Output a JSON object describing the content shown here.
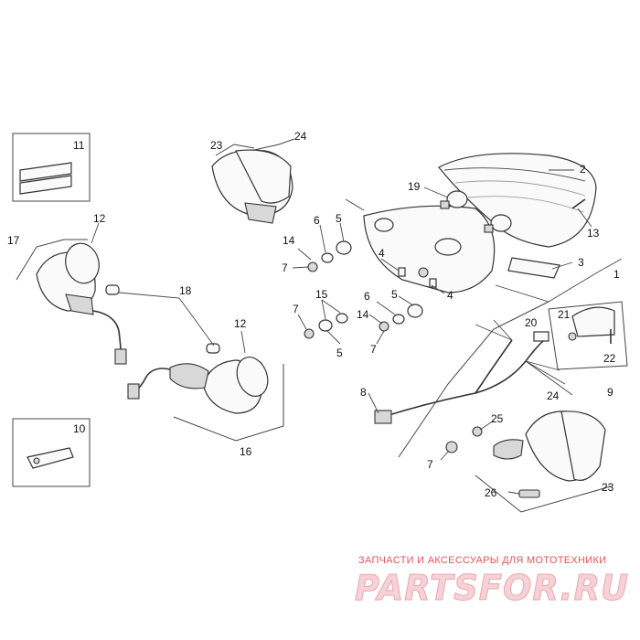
{
  "diagram": {
    "callouts": [
      {
        "id": "c2",
        "text": "2"
      },
      {
        "id": "c19",
        "text": "19"
      },
      {
        "id": "c13",
        "text": "13"
      },
      {
        "id": "c3",
        "text": "3"
      },
      {
        "id": "c1",
        "text": "1"
      },
      {
        "id": "c4a",
        "text": "4"
      },
      {
        "id": "c4b",
        "text": "4"
      },
      {
        "id": "c11",
        "text": "11"
      },
      {
        "id": "c23a",
        "text": "23"
      },
      {
        "id": "c24a",
        "text": "24"
      },
      {
        "id": "c12a",
        "text": "12"
      },
      {
        "id": "c17",
        "text": "17"
      },
      {
        "id": "c18",
        "text": "18"
      },
      {
        "id": "c12b",
        "text": "12"
      },
      {
        "id": "c16",
        "text": "16"
      },
      {
        "id": "c10",
        "text": "10"
      },
      {
        "id": "c6a",
        "text": "6"
      },
      {
        "id": "c5a",
        "text": "5"
      },
      {
        "id": "c14a",
        "text": "14"
      },
      {
        "id": "c7a",
        "text": "7"
      },
      {
        "id": "c15",
        "text": "15"
      },
      {
        "id": "c7b",
        "text": "7"
      },
      {
        "id": "c5b",
        "text": "5"
      },
      {
        "id": "c6b",
        "text": "6"
      },
      {
        "id": "c5c",
        "text": "5"
      },
      {
        "id": "c14b",
        "text": "14"
      },
      {
        "id": "c7c",
        "text": "7"
      },
      {
        "id": "c20",
        "text": "20"
      },
      {
        "id": "c21",
        "text": "21"
      },
      {
        "id": "c22",
        "text": "22"
      },
      {
        "id": "c9",
        "text": "9"
      },
      {
        "id": "c8",
        "text": "8"
      },
      {
        "id": "c24b",
        "text": "24"
      },
      {
        "id": "c25",
        "text": "25"
      },
      {
        "id": "c7d",
        "text": "7"
      },
      {
        "id": "c23b",
        "text": "23"
      },
      {
        "id": "c26",
        "text": "26"
      }
    ]
  },
  "watermark": {
    "caption": "ЗАПЧАСТИ И АКСЕССУАРЫ ДЛЯ МОТОТЕХНИКИ",
    "logo": "PARTSFOR.RU"
  }
}
